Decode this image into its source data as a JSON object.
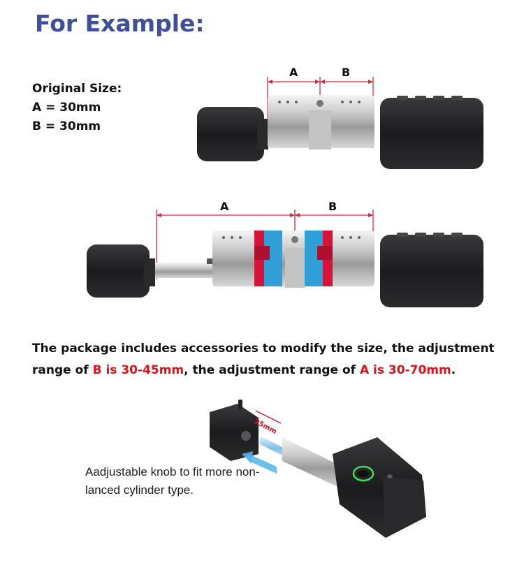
{
  "title": "For Example:",
  "original_size": {
    "heading": "Original Size:",
    "a_line": "A = 30mm",
    "b_line": "B = 30mm"
  },
  "diagram1": {
    "label_a": "A",
    "label_b": "B"
  },
  "diagram2": {
    "label_a": "A",
    "label_b": "B"
  },
  "package": {
    "part1": "The package includes accessories to modify the size, the adjustment range of ",
    "highlight_b": "B is 30-45mm",
    "part2": ", the adjustment range of ",
    "highlight_a": "A is 30-70mm",
    "part3": "."
  },
  "knob": {
    "dim_label": "25mm",
    "description": "Aadjustable knob to fit more non-lanced cylinder type."
  },
  "colors": {
    "title": "#3f4f9a",
    "highlight": "#e0101a",
    "dimension_line": "#d7263d",
    "extension_red": "#d6133a",
    "extension_blue": "#2f9fd8",
    "lock_body": "#1d1d1f",
    "indicator_ring": "#3ddc5a"
  }
}
